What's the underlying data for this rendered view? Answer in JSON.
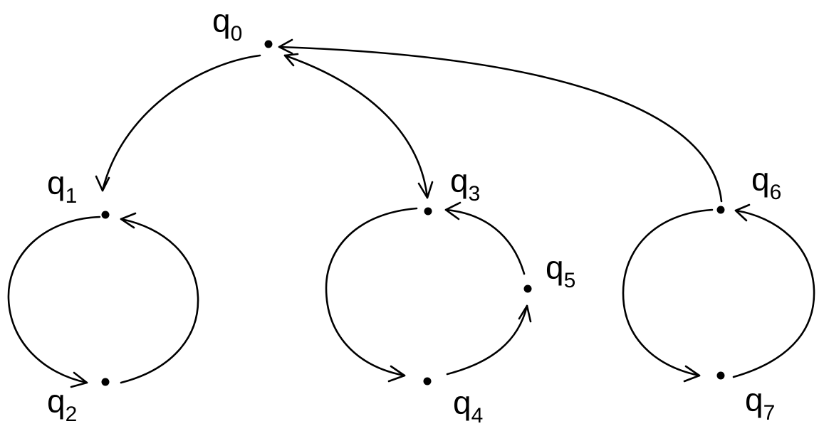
{
  "diagram": {
    "nodes": [
      {
        "id": "q0",
        "letter": "q",
        "index": "0"
      },
      {
        "id": "q1",
        "letter": "q",
        "index": "1"
      },
      {
        "id": "q2",
        "letter": "q",
        "index": "2"
      },
      {
        "id": "q3",
        "letter": "q",
        "index": "3"
      },
      {
        "id": "q4",
        "letter": "q",
        "index": "4"
      },
      {
        "id": "q5",
        "letter": "q",
        "index": "5"
      },
      {
        "id": "q6",
        "letter": "q",
        "index": "6"
      },
      {
        "id": "q7",
        "letter": "q",
        "index": "7"
      }
    ],
    "edges": [
      {
        "from": "q0",
        "to": "q1"
      },
      {
        "from": "q0",
        "to": "q3"
      },
      {
        "from": "q6",
        "to": "q0"
      },
      {
        "from": "q1",
        "to": "q2"
      },
      {
        "from": "q2",
        "to": "q1"
      },
      {
        "from": "q3",
        "to": "q4"
      },
      {
        "from": "q4",
        "to": "q5"
      },
      {
        "from": "q5",
        "to": "q3"
      },
      {
        "from": "q6",
        "to": "q7"
      },
      {
        "from": "q7",
        "to": "q6"
      }
    ],
    "colors": {
      "ink": "#000000",
      "background": "#ffffff"
    }
  }
}
